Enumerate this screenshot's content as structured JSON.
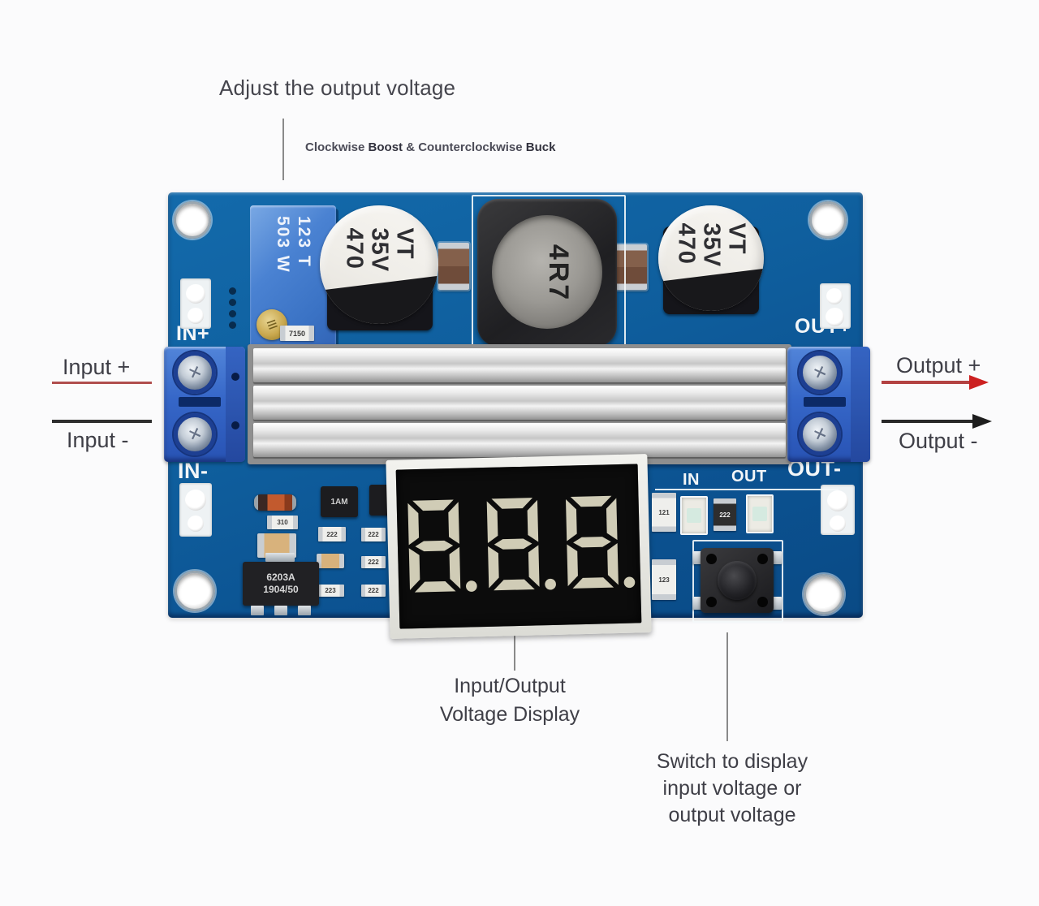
{
  "annotations": {
    "adjust_label": "Adjust the output voltage",
    "clockwise": {
      "pre": "Clockwise ",
      "boost": "Boost",
      "mid": " & Counterclockwise ",
      "buck": "Buck"
    },
    "input_plus": "Input +",
    "input_minus": "Input -",
    "output_plus": "Output +",
    "output_minus": "Output -",
    "display_label": {
      "line1": "Input/Output",
      "line2": "Voltage Display"
    },
    "switch_label": {
      "line1": "Switch to display",
      "line2": "input voltage or",
      "line3": "output voltage"
    }
  },
  "pcb": {
    "silkscreen": {
      "in_plus": "IN+",
      "in_minus": "IN-",
      "out_plus": "OUT+",
      "out_minus": "OUT-",
      "led_in": "IN",
      "led_out": "OUT"
    },
    "trimmer": {
      "col_left": "503 W",
      "col_right": "123 T"
    },
    "capacitor": {
      "c1": "470",
      "c2": "35V",
      "c3": "VT"
    },
    "inductor_label": "4R7",
    "display": {
      "digits": "8.8.8",
      "state": "off"
    },
    "parts": {
      "r7150": "7150",
      "ic_line1": "6203A",
      "ic_line2": "1904/50",
      "q1": "1AM",
      "r222": "222",
      "r223": "223",
      "r310": "310",
      "r121": "121",
      "r123": "123"
    }
  },
  "colors": {
    "pcb_blue": "#0f5f9e",
    "terminal_blue": "#3667c8",
    "trimmer_blue": "#3a72c4",
    "silkscreen_white": "#f3f6f8",
    "annotation_text": "#45454d",
    "line_red": "#b04e4e",
    "arrow_red": "#cc2020",
    "arrow_black": "#1d1d1d",
    "heatsink_silver": "#c6c6c6",
    "segment_cream": "#e0dbc4"
  }
}
